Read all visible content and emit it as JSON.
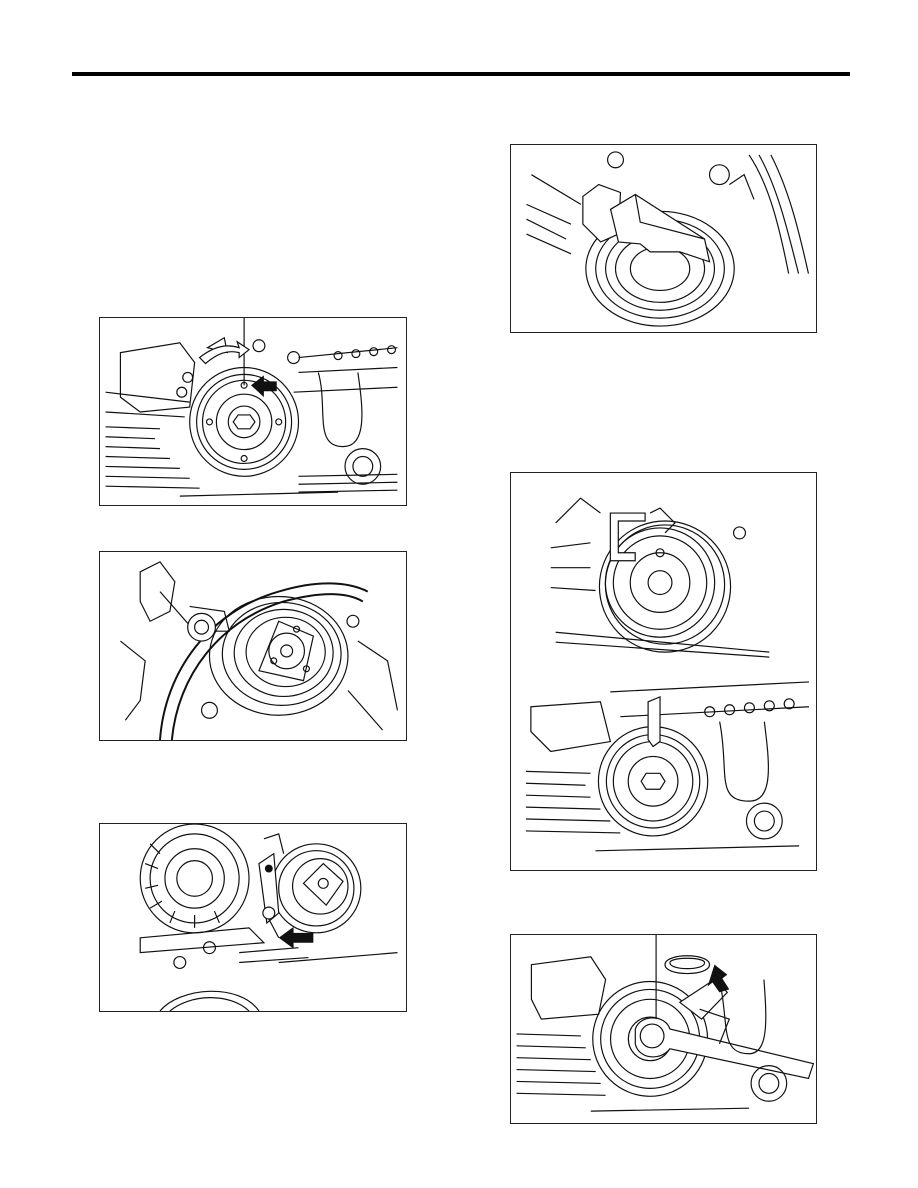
{
  "page": {
    "figures": [
      {
        "id": "fig-1",
        "subject": "crank-pulley-with-rotation-arrow-and-timing-mark"
      },
      {
        "id": "fig-2",
        "subject": "belt-over-compressor-pulley"
      },
      {
        "id": "fig-3",
        "subject": "alternator-and-belt-tensioner-with-arrow"
      },
      {
        "id": "fig-4",
        "subject": "crank-pulley-with-holding-tool"
      },
      {
        "id": "fig-5",
        "subject": "pulley-pin-insertion-and-alignment"
      },
      {
        "id": "fig-6",
        "subject": "crank-pulley-bolt-with-wrench"
      }
    ]
  }
}
